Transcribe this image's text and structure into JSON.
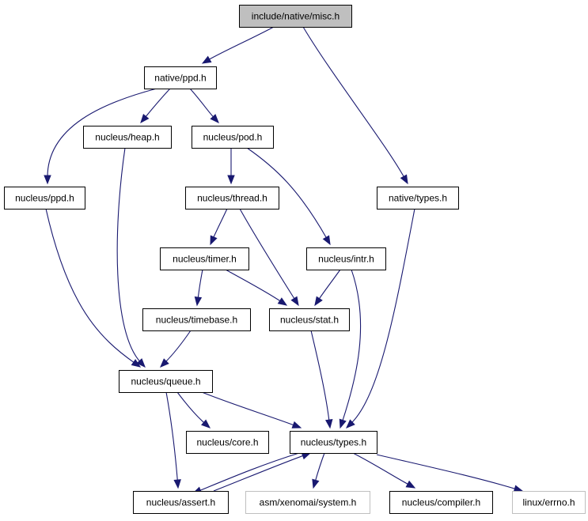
{
  "colors": {
    "edge": "#191970",
    "root_fill": "#bfbfbf",
    "node_border": "#000000",
    "external_border": "#bfbfbf"
  },
  "nodes": [
    {
      "id": "misc",
      "label": "include/native/misc.h",
      "kind": "root"
    },
    {
      "id": "nppd",
      "label": "native/ppd.h",
      "kind": "file"
    },
    {
      "id": "heap",
      "label": "nucleus/heap.h",
      "kind": "file"
    },
    {
      "id": "pod",
      "label": "nucleus/pod.h",
      "kind": "file"
    },
    {
      "id": "ntypes",
      "label": "native/types.h",
      "kind": "file"
    },
    {
      "id": "nucppd",
      "label": "nucleus/ppd.h",
      "kind": "file"
    },
    {
      "id": "thread",
      "label": "nucleus/thread.h",
      "kind": "file"
    },
    {
      "id": "timer",
      "label": "nucleus/timer.h",
      "kind": "file"
    },
    {
      "id": "intr",
      "label": "nucleus/intr.h",
      "kind": "file"
    },
    {
      "id": "timebase",
      "label": "nucleus/timebase.h",
      "kind": "file"
    },
    {
      "id": "stat",
      "label": "nucleus/stat.h",
      "kind": "file"
    },
    {
      "id": "queue",
      "label": "nucleus/queue.h",
      "kind": "file"
    },
    {
      "id": "core",
      "label": "nucleus/core.h",
      "kind": "file"
    },
    {
      "id": "types",
      "label": "nucleus/types.h",
      "kind": "file"
    },
    {
      "id": "assert",
      "label": "nucleus/assert.h",
      "kind": "file"
    },
    {
      "id": "system",
      "label": "asm/xenomai/system.h",
      "kind": "external"
    },
    {
      "id": "compiler",
      "label": "nucleus/compiler.h",
      "kind": "file"
    },
    {
      "id": "errno",
      "label": "linux/errno.h",
      "kind": "external"
    }
  ],
  "edges": [
    [
      "misc",
      "nppd"
    ],
    [
      "misc",
      "ntypes"
    ],
    [
      "nppd",
      "nucppd"
    ],
    [
      "nppd",
      "heap"
    ],
    [
      "nppd",
      "pod"
    ],
    [
      "heap",
      "queue"
    ],
    [
      "pod",
      "thread"
    ],
    [
      "pod",
      "intr"
    ],
    [
      "ntypes",
      "types"
    ],
    [
      "nucppd",
      "queue"
    ],
    [
      "thread",
      "timer"
    ],
    [
      "thread",
      "stat"
    ],
    [
      "timer",
      "timebase"
    ],
    [
      "timer",
      "stat"
    ],
    [
      "intr",
      "stat"
    ],
    [
      "intr",
      "types"
    ],
    [
      "timebase",
      "queue"
    ],
    [
      "stat",
      "types"
    ],
    [
      "queue",
      "core"
    ],
    [
      "queue",
      "types"
    ],
    [
      "queue",
      "assert"
    ],
    [
      "types",
      "assert"
    ],
    [
      "assert",
      "types"
    ],
    [
      "types",
      "system"
    ],
    [
      "types",
      "compiler"
    ],
    [
      "types",
      "errno"
    ]
  ]
}
